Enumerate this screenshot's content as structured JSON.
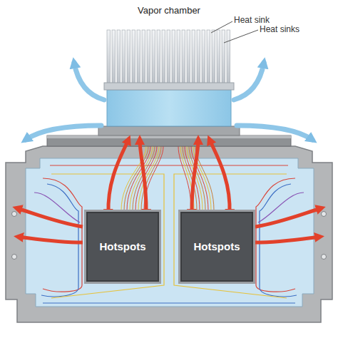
{
  "diagram": {
    "title": "Vapor chamber",
    "nodes": [
      {
        "text": [
          "Hotspots"
        ]
      },
      {
        "text": [
          "Hotspots"
        ]
      }
    ],
    "labels": [
      "Heat sink",
      "Heat sinks"
    ]
  }
}
